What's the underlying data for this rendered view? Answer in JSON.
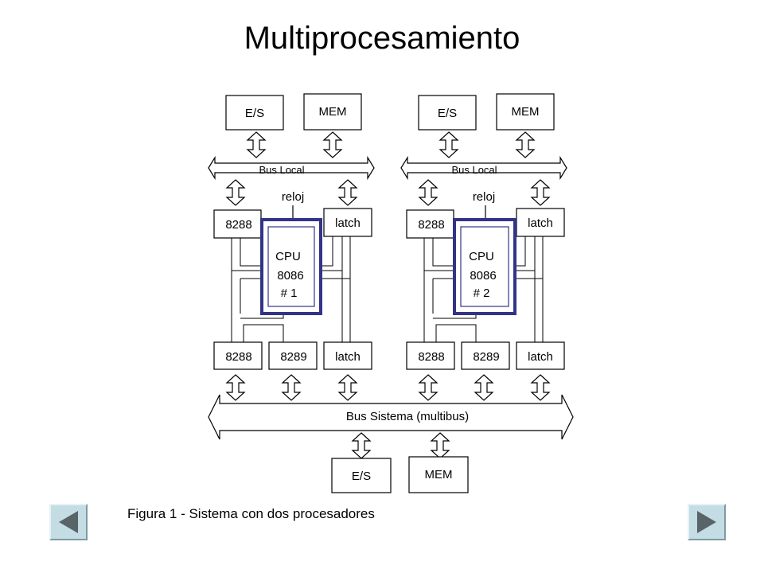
{
  "title": "Multiprocesamiento",
  "caption": "Figura 1 - Sistema con dos procesadores",
  "colors": {
    "cpu_border": "#333388",
    "nav_button": "#c4dce3",
    "nav_arrow": "#596468"
  },
  "nav": {
    "prev_icon": "triangle-left-icon",
    "next_icon": "triangle-right-icon"
  },
  "diagram": {
    "left": {
      "es": "E/S",
      "mem": "MEM",
      "bus_local": "Bus Local",
      "reloj": "reloj",
      "chip_8288_top": "8288",
      "latch_top": "latch",
      "cpu_line1": "CPU",
      "cpu_line2": "8086",
      "cpu_line3": "# 1",
      "chip_8288_bottom": "8288",
      "chip_8289": "8289",
      "latch_bottom": "latch"
    },
    "right": {
      "es": "E/S",
      "mem": "MEM",
      "bus_local": "Bus Local",
      "reloj": "reloj",
      "chip_8288_top": "8288",
      "latch_top": "latch",
      "cpu_line1": "CPU",
      "cpu_line2": "8086",
      "cpu_line3": "# 2",
      "chip_8288_bottom": "8288",
      "chip_8289": "8289",
      "latch_bottom": "latch"
    },
    "system": {
      "bus_sistema": "Bus Sistema  (multibus)",
      "es": "E/S",
      "mem": "MEM"
    }
  }
}
